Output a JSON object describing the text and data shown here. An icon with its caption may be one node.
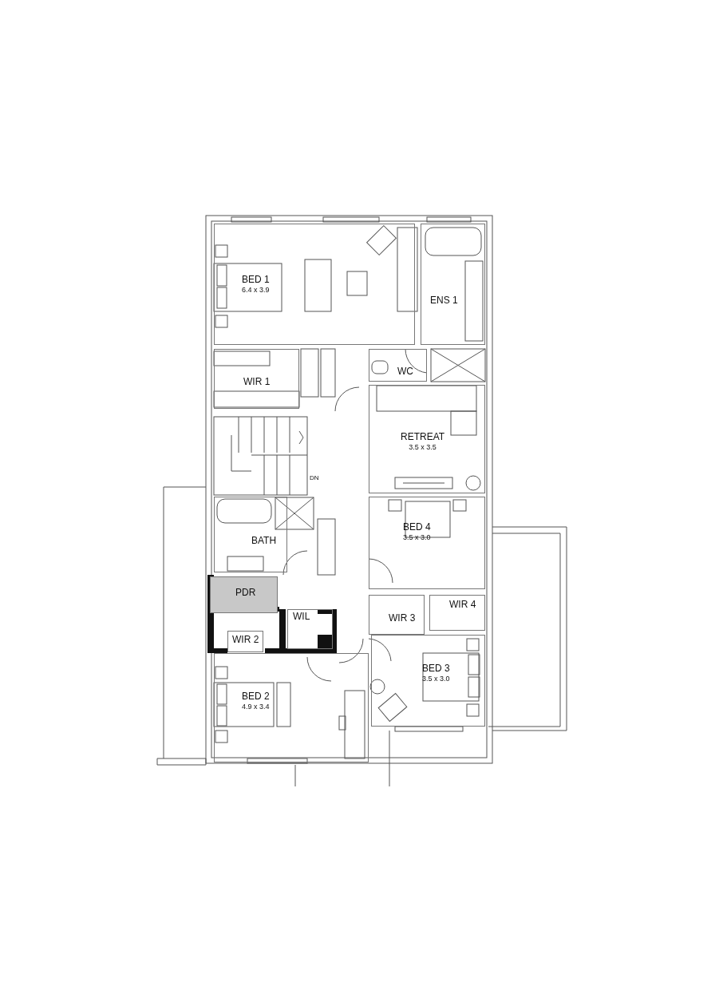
{
  "diagram": {
    "nodes": [
      {
        "text": [
          "BED 1",
          "6.4 x 3.9"
        ]
      },
      {
        "text": [
          "ENS 1"
        ]
      },
      {
        "text": [
          "WIR 1"
        ]
      },
      {
        "text": [
          "WC"
        ]
      },
      {
        "text": [
          "RETREAT",
          "3.5 x 3.5"
        ]
      },
      {
        "text": [
          "BED 4",
          "3.5 x 3.0"
        ]
      },
      {
        "text": [
          "BATH"
        ]
      },
      {
        "text": [
          "PDR"
        ]
      },
      {
        "text": [
          "WIR 4"
        ]
      },
      {
        "text": [
          "WIL"
        ]
      },
      {
        "text": [
          "WIR 3"
        ]
      },
      {
        "text": [
          "WIR 2"
        ]
      },
      {
        "text": [
          "BED 3",
          "3.5 x 3.0"
        ]
      },
      {
        "text": [
          "BED 2",
          "4.9 x 3.4"
        ]
      }
    ],
    "labels": [
      "DN"
    ]
  }
}
